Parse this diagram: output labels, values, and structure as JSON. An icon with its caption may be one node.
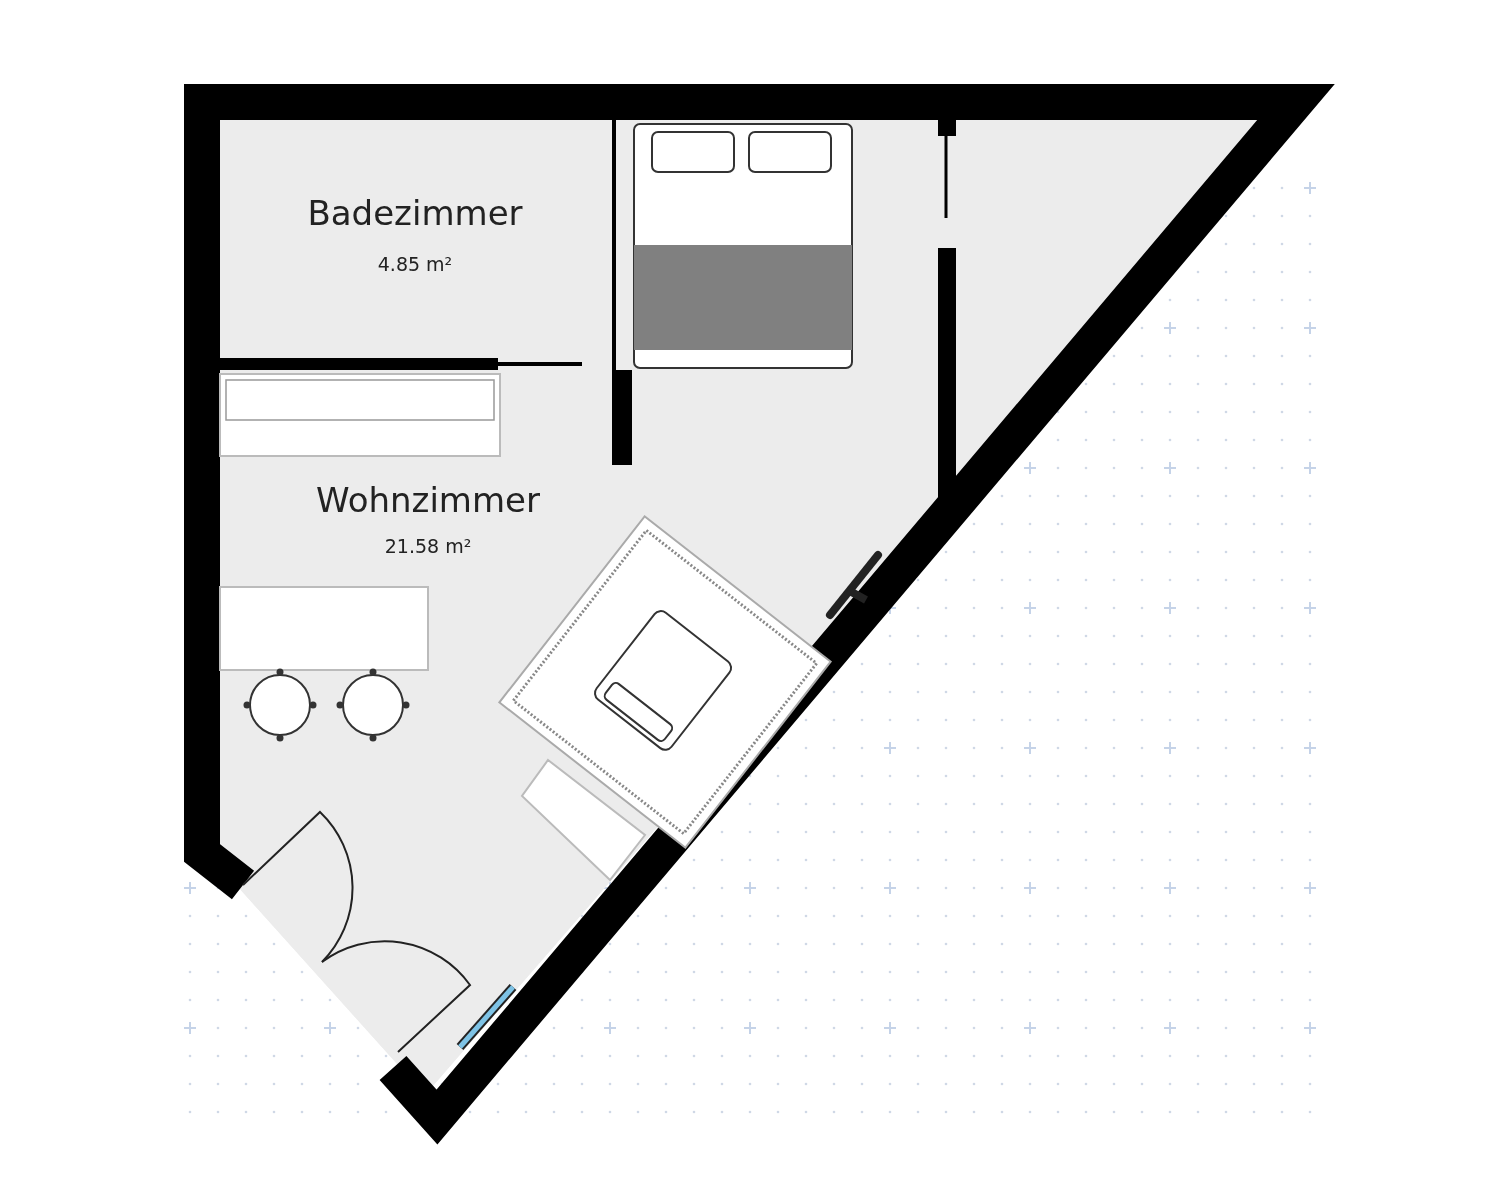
{
  "diagram": {
    "nodes": [
      {
        "text": [
          "Badezimmer",
          "4.85 m²"
        ]
      },
      {
        "text": [
          "Wohnzimmer",
          "21.58 m²"
        ]
      }
    ]
  }
}
